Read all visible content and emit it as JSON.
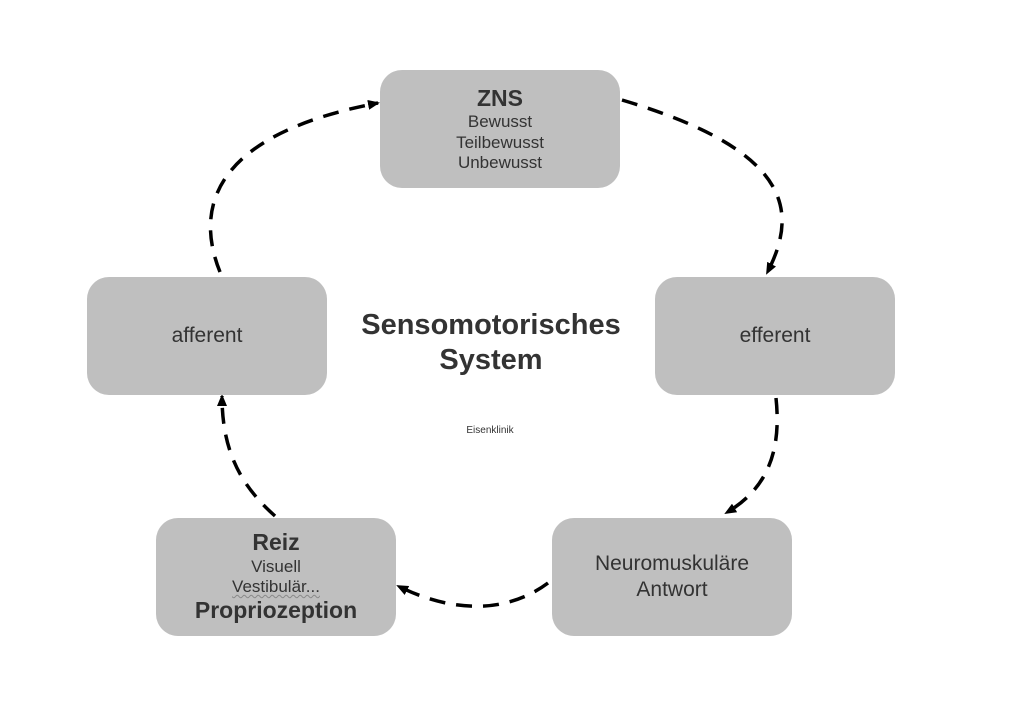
{
  "diagram": {
    "center": {
      "title_line1": "Sensomotorisches",
      "title_line2": "System",
      "watermark": "Eisenklinik"
    },
    "nodes": {
      "zns": {
        "title": "ZNS",
        "lines": [
          "Bewusst",
          "Teilbewusst",
          "Unbewusst"
        ]
      },
      "afferent": {
        "label": "afferent"
      },
      "efferent": {
        "label": "efferent"
      },
      "reiz": {
        "title": "Reiz",
        "line1": "Visuell",
        "line2": "Vestibulär...",
        "line3": "Propriozeption"
      },
      "neuro": {
        "line1": "Neuromuskuläre",
        "line2": "Antwort"
      }
    },
    "colors": {
      "box_fill": "#bfbfbf",
      "text": "#333333",
      "arrow": "#000000"
    },
    "edges": [
      {
        "from": "afferent",
        "to": "zns"
      },
      {
        "from": "zns",
        "to": "efferent"
      },
      {
        "from": "efferent",
        "to": "neuro"
      },
      {
        "from": "neuro",
        "to": "reiz"
      },
      {
        "from": "reiz",
        "to": "afferent"
      }
    ]
  }
}
